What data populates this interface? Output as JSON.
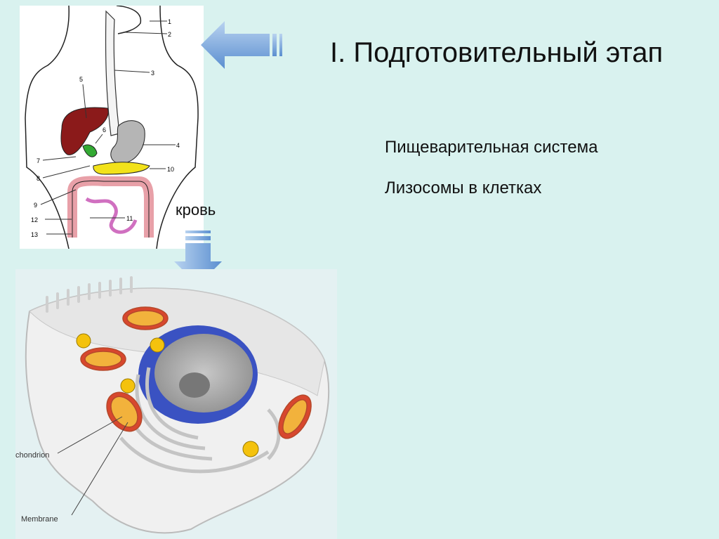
{
  "title": "I. Подготовительный этап",
  "bullets": [
    {
      "text": "Пищеварительная система"
    },
    {
      "text": "Лизосомы в клетках"
    }
  ],
  "blood_label": "кровь",
  "organ_labels": [
    "1",
    "2",
    "3",
    "4",
    "5",
    "6",
    "7",
    "8",
    "9",
    "10",
    "11",
    "12",
    "13"
  ],
  "cell_labels": {
    "mitochondrion": "chondrion",
    "membrane": "Membrane"
  },
  "colors": {
    "background": "#d9f2ef",
    "arrow": "#7aa6d8",
    "liver": "#8b1a1a",
    "stomach": "#b5b5b5",
    "pancreas": "#f2e21a",
    "intestine": "#e8a0a8"
  }
}
